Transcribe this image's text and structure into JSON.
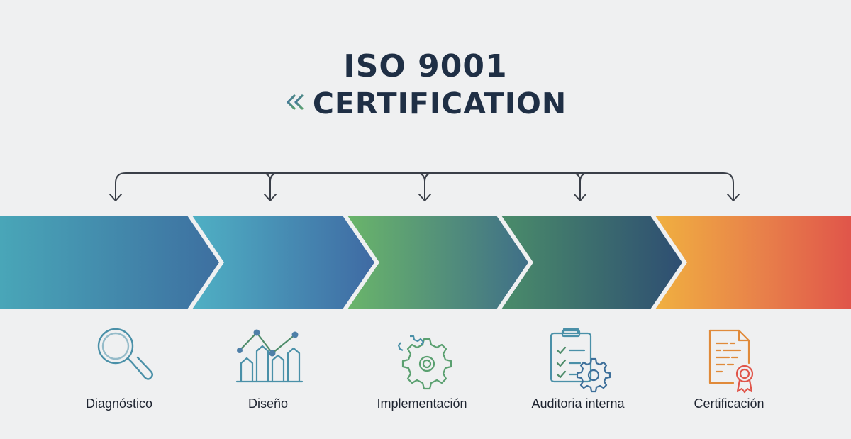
{
  "title": {
    "line1": "ISO 9001",
    "line2": "CERTIFICATION",
    "chevron_icon": "double-chevron-left-icon"
  },
  "steps": [
    {
      "label": "Diagnóstico",
      "icon": "magnifier-icon",
      "colors": [
        "#49a6b8",
        "#3d6fa0"
      ]
    },
    {
      "label": "Diseño",
      "icon": "bar-line-chart-icon",
      "colors": [
        "#4fb0c4",
        "#3f6aa3"
      ]
    },
    {
      "label": "Implementación",
      "icon": "gears-icon",
      "colors": [
        "#6ab56a",
        "#3f6f88"
      ]
    },
    {
      "label": "Auditoria interna",
      "icon": "clipboard-checklist-gear-icon",
      "colors": [
        "#4a8c6a",
        "#2e4e72"
      ]
    },
    {
      "label": "Certificación",
      "icon": "certificate-document-ribbon-icon",
      "colors": [
        "#f0b040",
        "#e0554a"
      ]
    }
  ],
  "palette": {
    "title": "#1f2f45",
    "connector": "#3a3f48",
    "icon_teal": "#4a90a8",
    "icon_green": "#5aa070",
    "icon_orange": "#e08a3a"
  }
}
